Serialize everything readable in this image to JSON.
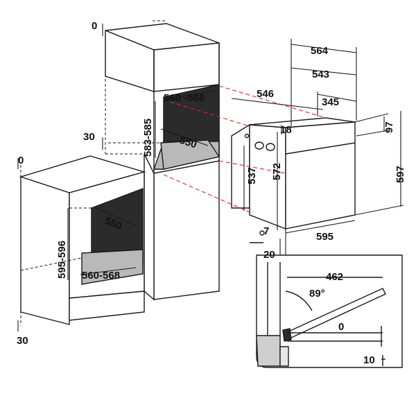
{
  "colors": {
    "line": "#1a1a1a",
    "fill_light": "#ffffff",
    "fill_mid": "#b9b9b9",
    "fill_dark": "#2b2b2b",
    "dash_red": "#d9272e",
    "detail_fill": "#e6e6e6"
  },
  "tall_cabinet": {
    "top_zero": "0",
    "side_30": "30",
    "niche_width": "560 -568",
    "niche_height": "583-585",
    "niche_depth": "550"
  },
  "undercounter_cabinet": {
    "top_zero": "0",
    "bottom_30": "30",
    "niche_depth": "550",
    "niche_height": "595-596",
    "niche_width": "560-568"
  },
  "oven": {
    "total_depth": "564",
    "depth_543": "543",
    "depth_546": "546",
    "depth_345": "345",
    "panel_18": "18",
    "panel_97": "97",
    "height_537": "537",
    "height_572": "572",
    "height_597": "597",
    "foot_7": "7",
    "width_595": "595",
    "gap_20": "20"
  },
  "door_detail": {
    "opening_width": "462",
    "angle": "89°",
    "offset_0": "0",
    "offset_10": "10"
  }
}
